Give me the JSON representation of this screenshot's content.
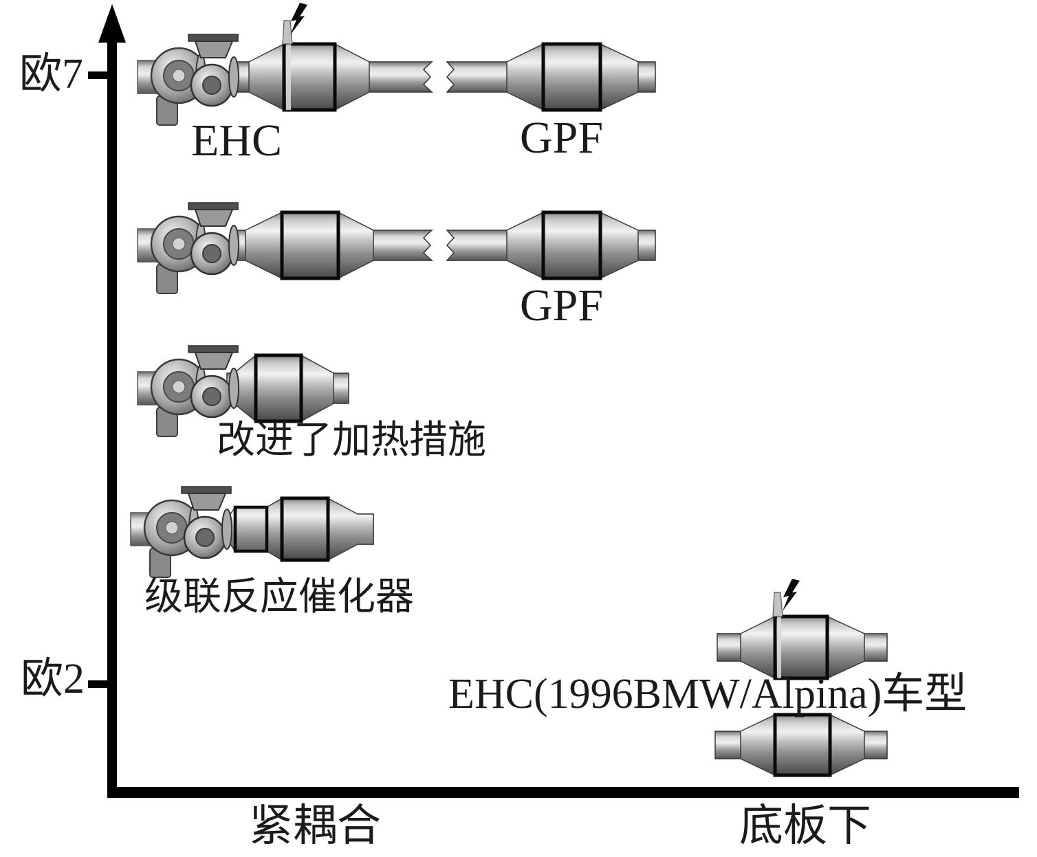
{
  "figure_type": "exhaust-aftertreatment-evolution-diagram",
  "axes": {
    "y": {
      "top_tick_label": "欧7",
      "bottom_tick_label": "欧2",
      "has_arrow_top": true
    },
    "x": {
      "left_label": "紧耦合",
      "right_label": "底板下"
    }
  },
  "rows": [
    {
      "label": "EHC",
      "right_label": "GPF",
      "lightning": true
    },
    {
      "label": "",
      "right_label": "GPF",
      "lightning": false
    },
    {
      "label": "改进了加热措施",
      "right_label": "",
      "lightning": false
    },
    {
      "label": "级联反应催化器",
      "right_label": "",
      "lightning": false
    },
    {
      "label": "EHC(1996BMW/Alpina)车型",
      "right_label": "",
      "lightning": true
    }
  ],
  "icons": {
    "lightning": "lightning-bolt",
    "pipe_break": "broken-pipe-chevrons",
    "arrow": "axis-arrow-up"
  },
  "colors": {
    "axis": "#000000",
    "text": "#1b1b1b",
    "substrate_outline": "#0a0a0a",
    "metal_highlight": "#f2f2f2",
    "metal_shadow": "#4a4a4a"
  }
}
